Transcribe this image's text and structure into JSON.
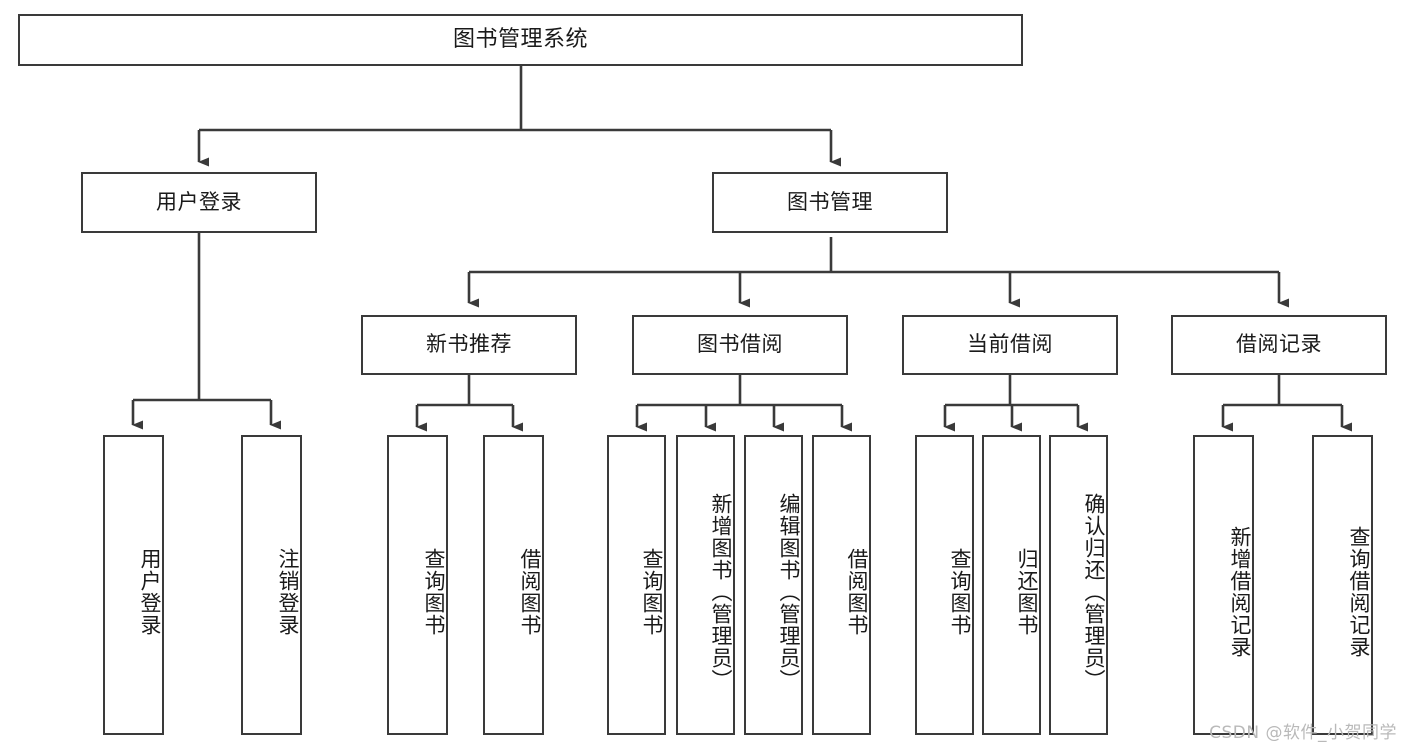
{
  "diagram": {
    "title": "图书管理系统",
    "type": "tree-hierarchy",
    "root": {
      "label": "图书管理系统"
    },
    "level2": [
      {
        "label": "用户登录"
      },
      {
        "label": "图书管理"
      }
    ],
    "level3": [
      {
        "label": "新书推荐"
      },
      {
        "label": "图书借阅"
      },
      {
        "label": "当前借阅"
      },
      {
        "label": "借阅记录"
      }
    ],
    "leaves": {
      "user_login": [
        {
          "label": "用户登录"
        },
        {
          "label": "注销登录"
        }
      ],
      "new_book_recommend": [
        {
          "label": "查询图书"
        },
        {
          "label": "借阅图书"
        }
      ],
      "book_borrow": [
        {
          "label": "查询图书"
        },
        {
          "label": "新增图书（管理员）"
        },
        {
          "label": "编辑图书（管理员）"
        },
        {
          "label": "借阅图书"
        }
      ],
      "current_borrow": [
        {
          "label": "查询图书"
        },
        {
          "label": "归还图书"
        },
        {
          "label": "确认归还（管理员）"
        }
      ],
      "borrow_record": [
        {
          "label": "新增借阅记录"
        },
        {
          "label": "查询借阅记录"
        }
      ]
    }
  },
  "watermark": {
    "text": "CSDN @软件_小贺同学"
  },
  "colors": {
    "stroke": "#3a3a3a",
    "text": "#1a1a1a",
    "background": "#ffffff",
    "watermark": "#b9b9b9"
  }
}
